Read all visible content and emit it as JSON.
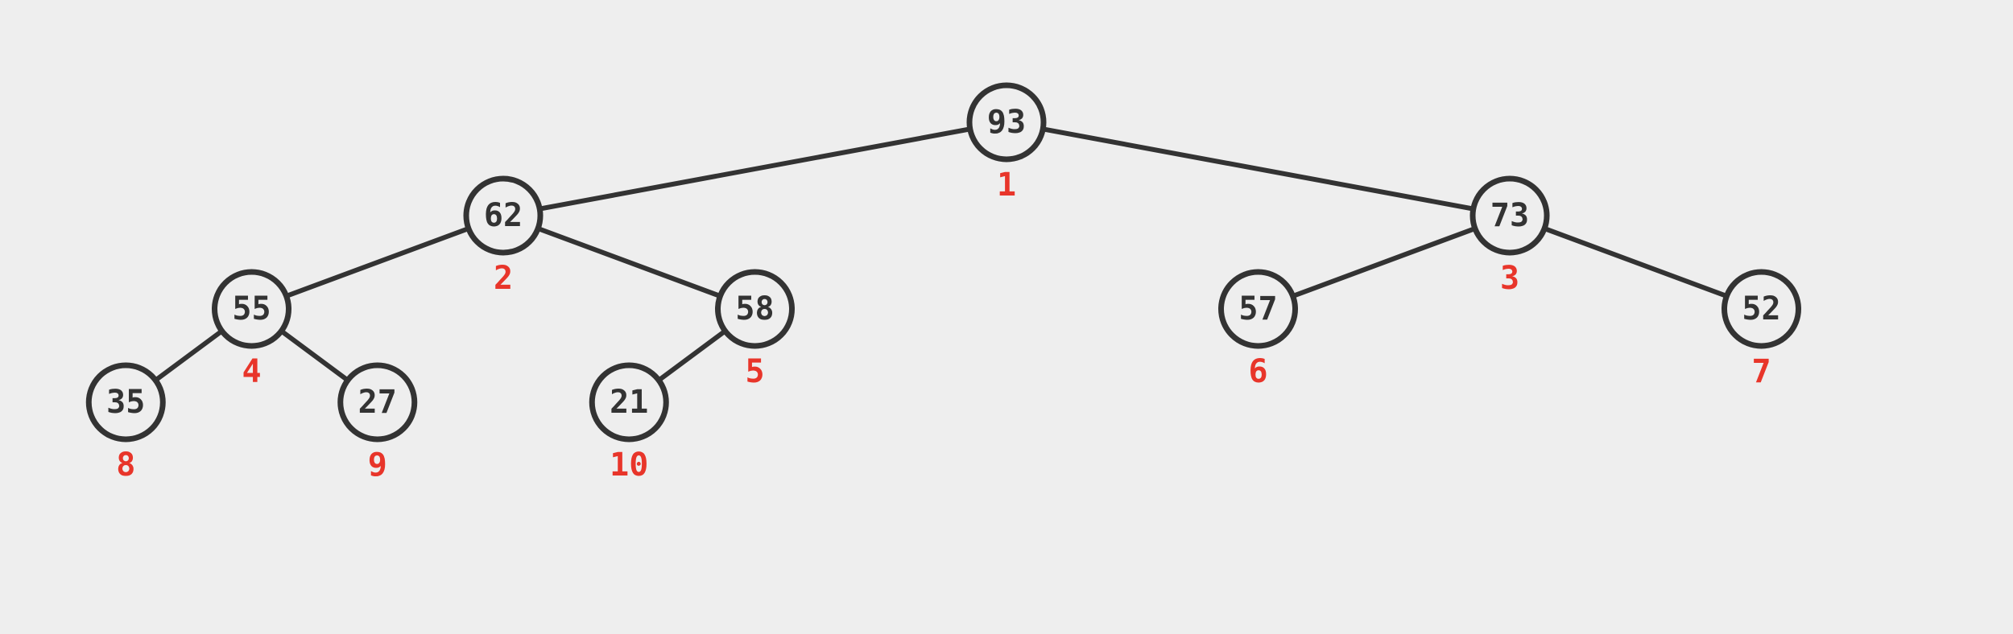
{
  "colors": {
    "background": "#eeeeee",
    "stroke": "#333333",
    "index_label": "#e8352a"
  },
  "tree": {
    "nodes": [
      {
        "id": "n1",
        "value": "93",
        "index": "1",
        "depth": 0,
        "slot": 0
      },
      {
        "id": "n2",
        "value": "62",
        "index": "2",
        "depth": 1,
        "slot": 0
      },
      {
        "id": "n3",
        "value": "73",
        "index": "3",
        "depth": 1,
        "slot": 1
      },
      {
        "id": "n4",
        "value": "55",
        "index": "4",
        "depth": 2,
        "slot": 0
      },
      {
        "id": "n5",
        "value": "58",
        "index": "5",
        "depth": 2,
        "slot": 1
      },
      {
        "id": "n6",
        "value": "57",
        "index": "6",
        "depth": 2,
        "slot": 2
      },
      {
        "id": "n7",
        "value": "52",
        "index": "7",
        "depth": 2,
        "slot": 3
      },
      {
        "id": "n8",
        "value": "35",
        "index": "8",
        "depth": 3,
        "slot": 0
      },
      {
        "id": "n9",
        "value": "27",
        "index": "9",
        "depth": 3,
        "slot": 1
      },
      {
        "id": "n10",
        "value": "21",
        "index": "10",
        "depth": 3,
        "slot": 2
      }
    ],
    "edges": [
      {
        "from": "n1",
        "to": "n2"
      },
      {
        "from": "n1",
        "to": "n3"
      },
      {
        "from": "n2",
        "to": "n4"
      },
      {
        "from": "n2",
        "to": "n5"
      },
      {
        "from": "n3",
        "to": "n6"
      },
      {
        "from": "n3",
        "to": "n7"
      },
      {
        "from": "n4",
        "to": "n8"
      },
      {
        "from": "n4",
        "to": "n9"
      },
      {
        "from": "n5",
        "to": "n10"
      }
    ]
  }
}
